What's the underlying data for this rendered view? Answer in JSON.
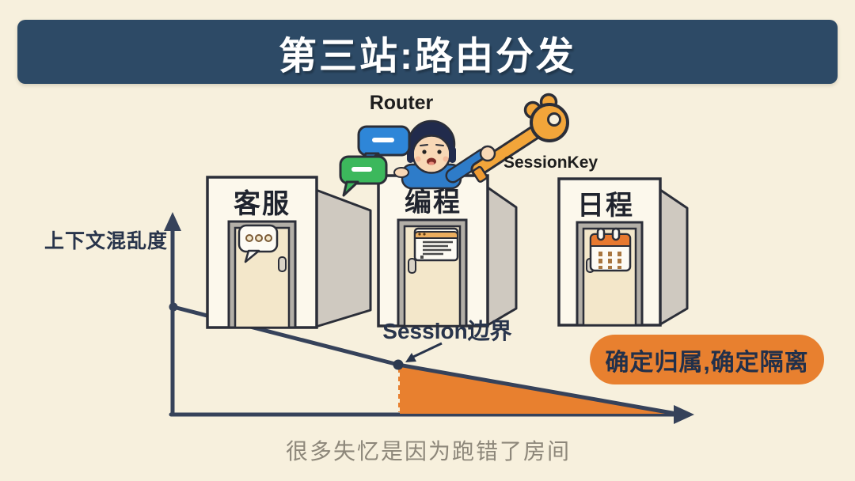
{
  "title": "第三站:路由分发",
  "character": {
    "router_label": "Router",
    "session_key_label": "SessionKey",
    "icons": [
      "person-avatar",
      "golden-key-icon",
      "chat-bubble-blue-icon",
      "chat-bubble-green-icon"
    ]
  },
  "rooms": [
    {
      "label": "客服",
      "icon": "chat-bubble-icon"
    },
    {
      "label": "编程",
      "icon": "code-window-icon"
    },
    {
      "label": "日程",
      "icon": "calendar-icon"
    }
  ],
  "chart": {
    "y_axis_label": "上下文混乱度",
    "boundary_label": "Session边界",
    "caption": "很多失忆是因为跑错了房间"
  },
  "badge": {
    "label": "确定归属,确定隔离"
  },
  "colors": {
    "background_cream": "#f7f0dd",
    "banner_navy": "#2d4a66",
    "ink_navy": "#36425a",
    "accent_orange": "#e8802f",
    "room_front": "#fcf8ec",
    "door_cream": "#f3e7ca",
    "panel_gray": "#cfc9c0",
    "shirt_blue": "#2e7cc9",
    "key_gold": "#f2a53a",
    "bubble_blue": "#2e86d8",
    "bubble_green": "#3cb85c",
    "caption_gray": "#8d877a"
  },
  "chart_data": {
    "type": "area",
    "ylabel": "上下文混乱度",
    "line_points_norm": [
      [
        0,
        1.0
      ],
      [
        0.44,
        0.46
      ],
      [
        1.0,
        0.0
      ]
    ],
    "boundary_x_norm": 0.44,
    "shaded_region": "from_boundary_to_end",
    "annotations": [
      "Session边界"
    ],
    "grid": false
  }
}
